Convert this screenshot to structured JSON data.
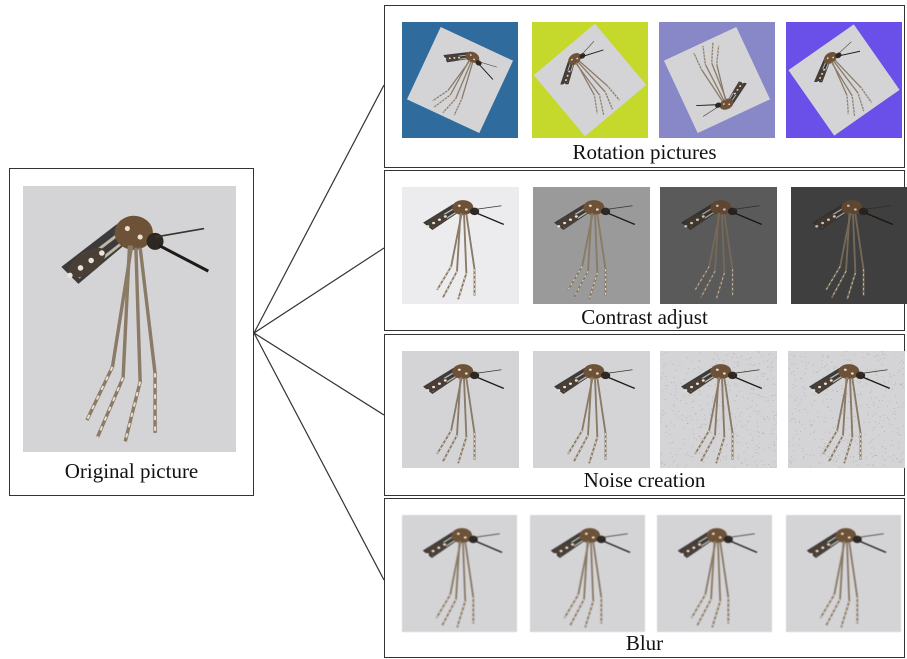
{
  "original": {
    "caption": "Original picture",
    "icon": "mosquito-image"
  },
  "groups": [
    {
      "caption": "Rotation pictures",
      "tiles": [
        {
          "bg": "#2f6b9c",
          "angle": 25,
          "tone": "normal"
        },
        {
          "bg": "#c5d82c",
          "angle": -40,
          "tone": "normal"
        },
        {
          "bg": "#8888c8",
          "angle": 155,
          "tone": "normal"
        },
        {
          "bg": "#6a4fe8",
          "angle": -35,
          "tone": "normal"
        }
      ]
    },
    {
      "caption": "Contrast adjust",
      "tiles": [
        {
          "tone": "light"
        },
        {
          "tone": "mid"
        },
        {
          "tone": "dark"
        },
        {
          "tone": "darker"
        }
      ]
    },
    {
      "caption": "Noise creation",
      "tiles": [
        {
          "tone": "normal"
        },
        {
          "tone": "normal"
        },
        {
          "tone": "noisy"
        },
        {
          "tone": "noisy"
        }
      ]
    },
    {
      "caption": "Blur",
      "tiles": [
        {
          "tone": "normal"
        },
        {
          "tone": "normal"
        },
        {
          "tone": "normal"
        },
        {
          "tone": "normal"
        }
      ]
    }
  ],
  "colors": {
    "photo_bg": "#d4d4d7",
    "light_bg": "#ececee",
    "mid_bg": "#9a9a9a",
    "dark_bg": "#6a6a6a",
    "darker_bg": "#4a4a4a",
    "body": "#6e5238",
    "wing": "#3c3a3a",
    "leg": "#8a7a66"
  }
}
